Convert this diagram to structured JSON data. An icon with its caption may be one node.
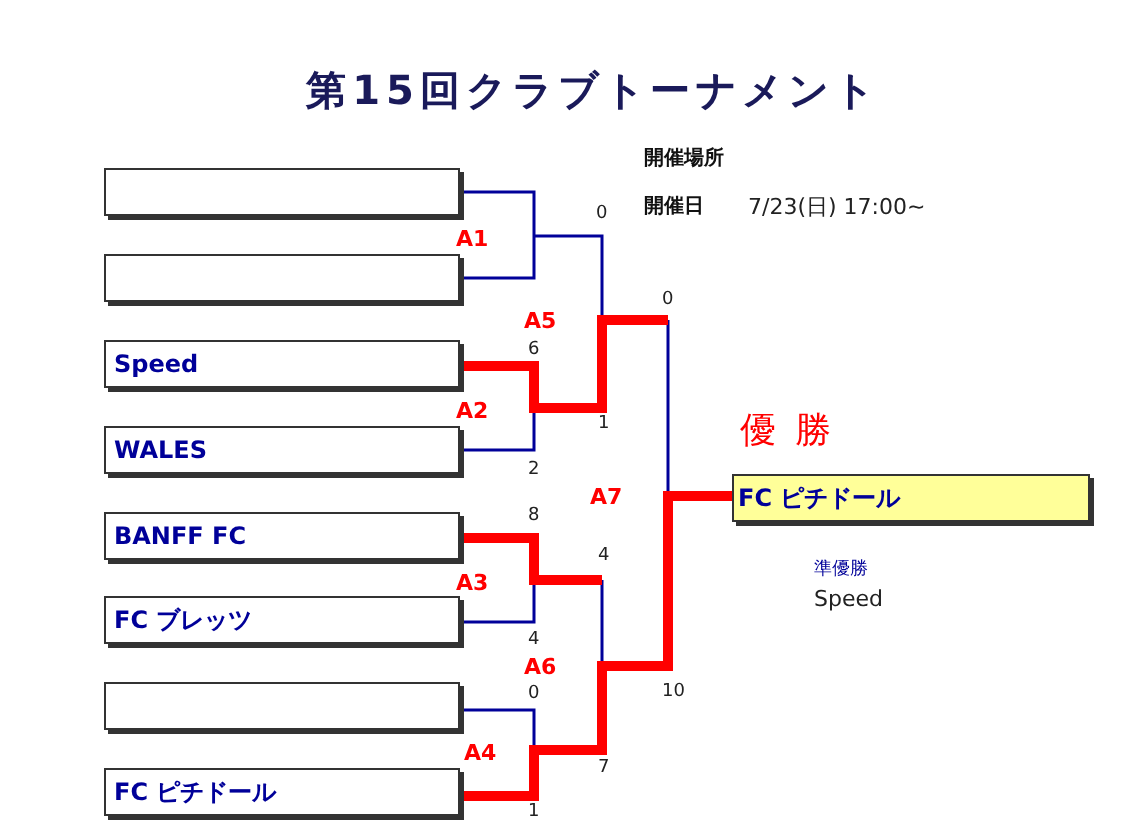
{
  "diagram": {
    "title": "第15回クラブトーナメント",
    "nodes": [
      {
        "text": [],
        "shape": "box"
      },
      {
        "text": [],
        "shape": "box"
      },
      {
        "text": [
          "Speed"
        ]
      },
      {
        "text": [
          "WALES"
        ]
      },
      {
        "text": [
          "BANFF FC"
        ]
      },
      {
        "text": [
          "FC ブレッツ"
        ]
      },
      {
        "text": [],
        "shape": "box"
      },
      {
        "text": [
          "FC ピチドール"
        ]
      },
      {
        "text": [
          "FC ピチドール"
        ]
      }
    ],
    "labels": [
      "開催場所",
      "開催日",
      "7/23(日) 17:00~",
      "0",
      "A1",
      "0",
      "A5",
      "6",
      "A2",
      "1",
      "優 勝",
      "2",
      "A7",
      "8",
      "4",
      "準優勝",
      "Speed",
      "A3",
      "4",
      "A6",
      "0",
      "10",
      "A4",
      "7",
      "1"
    ]
  }
}
